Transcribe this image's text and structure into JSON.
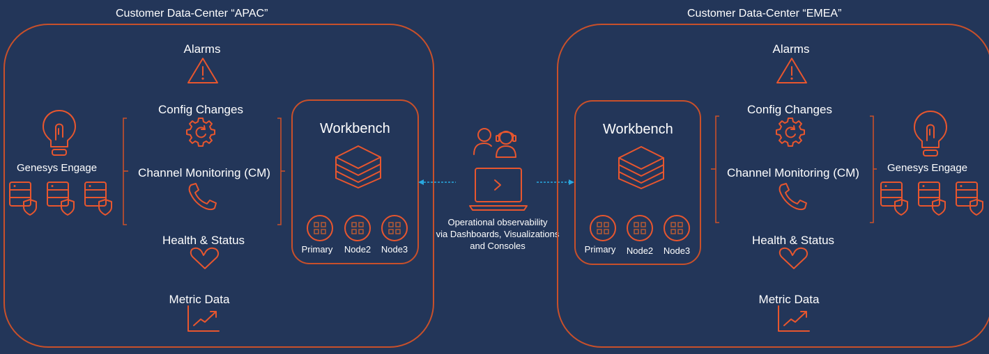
{
  "apac": {
    "title": "Customer Data-Center “APAC”",
    "alarms": "Alarms",
    "config": "Config Changes",
    "channel": "Channel Monitoring (CM)",
    "health": "Health & Status",
    "metric": "Metric Data",
    "genesys": "Genesys Engage",
    "workbench": "Workbench",
    "nodes": [
      "Primary",
      "Node2",
      "Node3"
    ]
  },
  "emea": {
    "title": "Customer Data-Center “EMEA”",
    "alarms": "Alarms",
    "config": "Config Changes",
    "channel": "Channel Monitoring (CM)",
    "health": "Health & Status",
    "metric": "Metric Data",
    "genesys": "Genesys Engage",
    "workbench": "Workbench",
    "nodes": [
      "Primary",
      "Node2",
      "Node3"
    ]
  },
  "center": {
    "lines": [
      "Operational observability",
      "via Dashboards, Visualizations",
      "and Consoles"
    ]
  },
  "colors": {
    "background": "#233659",
    "accent": "#e8562e",
    "border": "#c9502a",
    "arrow": "#29a8e0"
  }
}
